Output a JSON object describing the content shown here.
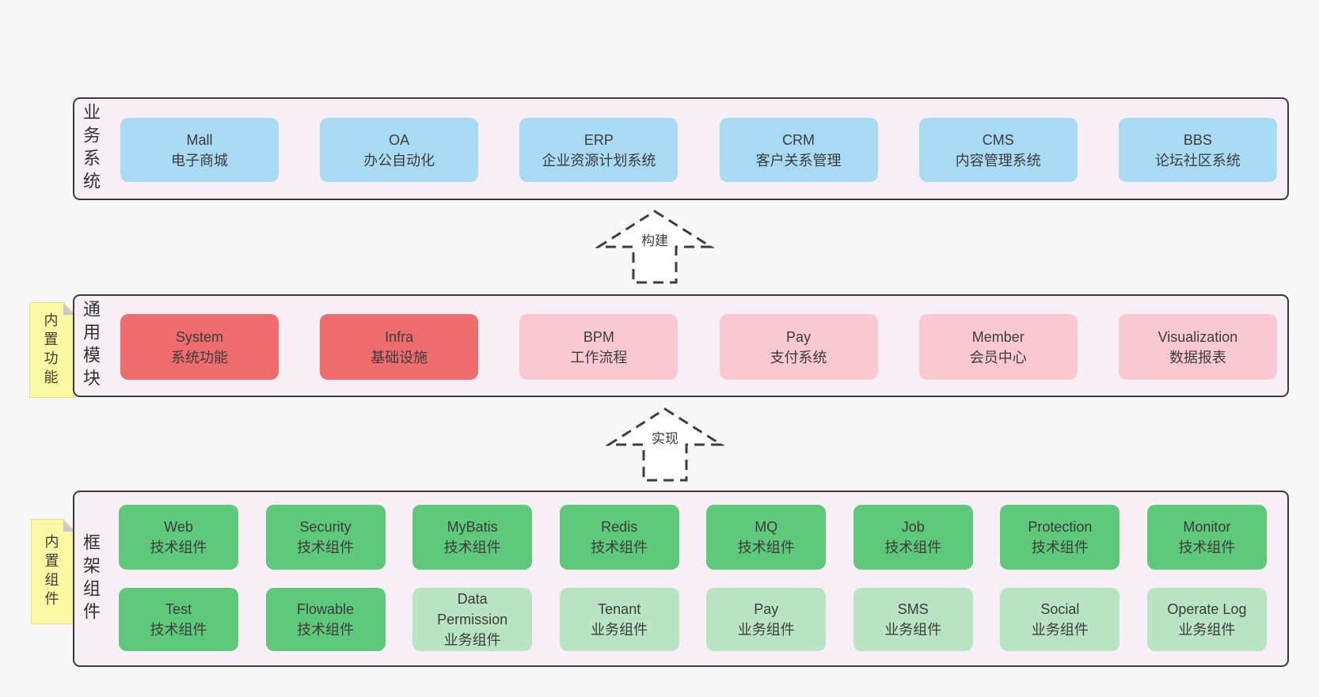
{
  "colors": {
    "blue": "#A9DAF3",
    "red": "#EE6B6E",
    "pink": "#FAC8D2",
    "green": "#5EC97A",
    "lightgreen": "#B9E4C3",
    "panel_fill": "#F8EEF6",
    "panel_border": "#3B3B3B",
    "note_fill": "#FBF8A3",
    "note_fold": "#C9C9C9",
    "background": "#F7F7F7"
  },
  "sections": {
    "business": {
      "label": "业务系统",
      "items": [
        {
          "name": "Mall",
          "sub": "电子商城"
        },
        {
          "name": "OA",
          "sub": "办公自动化"
        },
        {
          "name": "ERP",
          "sub": "企业资源计划系统"
        },
        {
          "name": "CRM",
          "sub": "客户关系管理"
        },
        {
          "name": "CMS",
          "sub": "内容管理系统"
        },
        {
          "name": "BBS",
          "sub": "论坛社区系统"
        }
      ]
    },
    "arrow_build": {
      "label": "构建"
    },
    "modules": {
      "label": "通用模块",
      "note": "内置功能",
      "items": [
        {
          "name": "System",
          "sub": "系统功能"
        },
        {
          "name": "Infra",
          "sub": "基础设施"
        },
        {
          "name": "BPM",
          "sub": "工作流程"
        },
        {
          "name": "Pay",
          "sub": "支付系统"
        },
        {
          "name": "Member",
          "sub": "会员中心"
        },
        {
          "name": "Visualization",
          "sub": "数据报表"
        }
      ]
    },
    "arrow_implement": {
      "label": "实现"
    },
    "framework": {
      "label": "框架组件",
      "note": "内置组件",
      "row1": [
        {
          "name": "Web",
          "sub": "技术组件"
        },
        {
          "name": "Security",
          "sub": "技术组件"
        },
        {
          "name": "MyBatis",
          "sub": "技术组件"
        },
        {
          "name": "Redis",
          "sub": "技术组件"
        },
        {
          "name": "MQ",
          "sub": "技术组件"
        },
        {
          "name": "Job",
          "sub": "技术组件"
        },
        {
          "name": "Protection",
          "sub": "技术组件"
        },
        {
          "name": "Monitor",
          "sub": "技术组件"
        }
      ],
      "row2": [
        {
          "name": "Test",
          "sub": "技术组件"
        },
        {
          "name": "Flowable",
          "sub": "技术组件"
        },
        {
          "name": "Data Permission",
          "sub": "业务组件"
        },
        {
          "name": "Tenant",
          "sub": "业务组件"
        },
        {
          "name": "Pay",
          "sub": "业务组件"
        },
        {
          "name": "SMS",
          "sub": "业务组件"
        },
        {
          "name": "Social",
          "sub": "业务组件"
        },
        {
          "name": "Operate Log",
          "sub": "业务组件"
        }
      ]
    }
  }
}
